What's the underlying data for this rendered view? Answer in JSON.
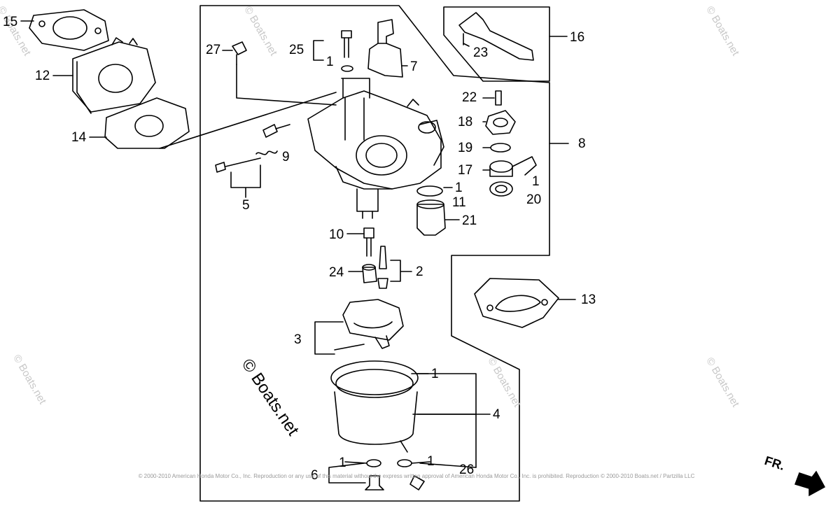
{
  "watermark": {
    "main": "© Boats.net",
    "faint": "© Boats.net"
  },
  "direction_label": "FR.",
  "copyright_text": "© 2000-2010 American Honda Motor Co., Inc. Reproduction or any use of this material without the express written approval of American Honda Motor Co., Inc. is prohibited. Reproduction © 2000-2010 Boats.net / Partzilla LLC",
  "callouts": {
    "c15": "15",
    "c12": "12",
    "c14": "14",
    "c27": "27",
    "c25": "25",
    "c1_top": "1",
    "c7": "7",
    "c16": "16",
    "c23": "23",
    "c22": "22",
    "c18": "18",
    "c8": "8",
    "c19": "19",
    "c17": "17",
    "c1_right": "1",
    "c20": "20",
    "c9": "9",
    "c5": "5",
    "c1_mid": "1",
    "c11": "11",
    "c21": "21",
    "c10": "10",
    "c24": "24",
    "c2": "2",
    "c13": "13",
    "c3": "3",
    "c1_bowl": "1",
    "c4": "4",
    "c1_bl": "1",
    "c1_br": "1",
    "c6": "6",
    "c26": "26"
  },
  "colors": {
    "line": "#000000",
    "watermark": "#c8c8c8",
    "paper": "#ffffff"
  }
}
